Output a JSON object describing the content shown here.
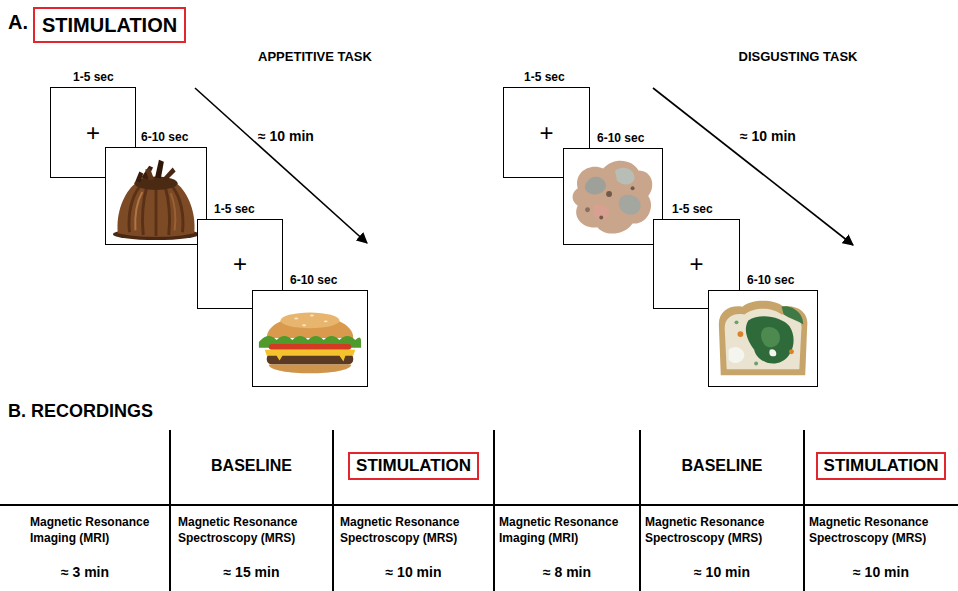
{
  "diagram": {
    "nodes": [
      {
        "text": [
          "STIMULATION"
        ]
      },
      {
        "text": [
          "1-5 sec",
          "+"
        ]
      },
      {
        "text": [
          "6-10 sec"
        ]
      },
      {
        "text": [
          "1-5 sec",
          "+"
        ]
      },
      {
        "text": [
          "6-10 sec"
        ]
      },
      {
        "text": [
          "1-5 sec",
          "+"
        ]
      },
      {
        "text": [
          "6-10 sec"
        ]
      },
      {
        "text": [
          "1-5 sec",
          "+"
        ]
      },
      {
        "text": [
          "6-10 sec"
        ]
      },
      {
        "text": [
          "STIMULATION"
        ]
      },
      {
        "text": [
          "STIMULATION"
        ]
      }
    ],
    "labels": [
      "A.",
      "APPETITIVE TASK",
      "≈ 10 min",
      "DISGUSTING TASK",
      "≈ 10 min",
      "B. RECORDINGS",
      "BASELINE",
      "BASELINE",
      "Magnetic Resonance Imaging (MRI)",
      "≈ 3 min",
      "Magnetic Resonance Spectroscopy (MRS)",
      "≈ 15 min",
      "Magnetic Resonance Spectroscopy (MRS)",
      "≈ 10 min",
      "Magnetic Resonance Imaging (MRI)",
      "≈ 8 min",
      "Magnetic Resonance Spectroscopy (MRS)",
      "≈ 10 min",
      "Magnetic Resonance Spectroscopy (MRS)",
      "≈ 10 min"
    ]
  }
}
